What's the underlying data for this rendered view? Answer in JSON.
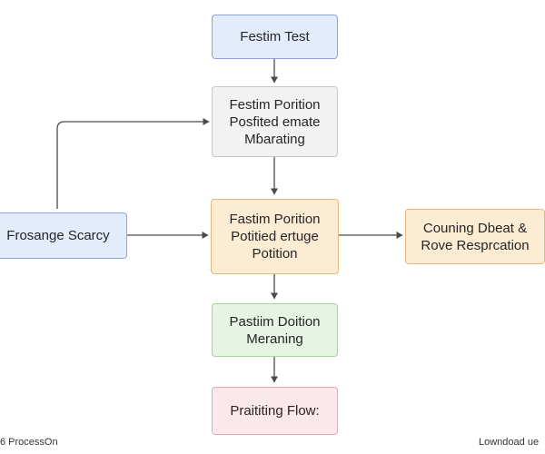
{
  "colors": {
    "blue_fill": "#e3ecfb",
    "blue_border": "#8ba6d6",
    "gray_fill": "#f2f2f2",
    "gray_border": "#c6c6c6",
    "orange_fill": "#fdecd4",
    "orange_border": "#e6b779",
    "green_fill": "#e6f4e4",
    "green_border": "#a5d3a0",
    "pink_fill": "#fce7ea",
    "pink_border": "#e4aab2",
    "connector": "#4a4a4a"
  },
  "nodes": {
    "test": {
      "label": "Festim Test"
    },
    "position_a": {
      "label": "Festim Porition\nPosfited emate\nMɓarating"
    },
    "scarcy": {
      "label": "Frosange Scarcy"
    },
    "position_b": {
      "label": "Fastim Porition\nPotitied ertuge\nPotition"
    },
    "counting": {
      "label": "Couning Dbeat &\nRove Resprcation"
    },
    "meraning": {
      "label": "Pastiim Doition\nMeraning"
    },
    "flow": {
      "label": "Praititing Flow:"
    }
  },
  "footer": {
    "left": "6 ProcessOn",
    "right": "Lowndoad ue"
  }
}
